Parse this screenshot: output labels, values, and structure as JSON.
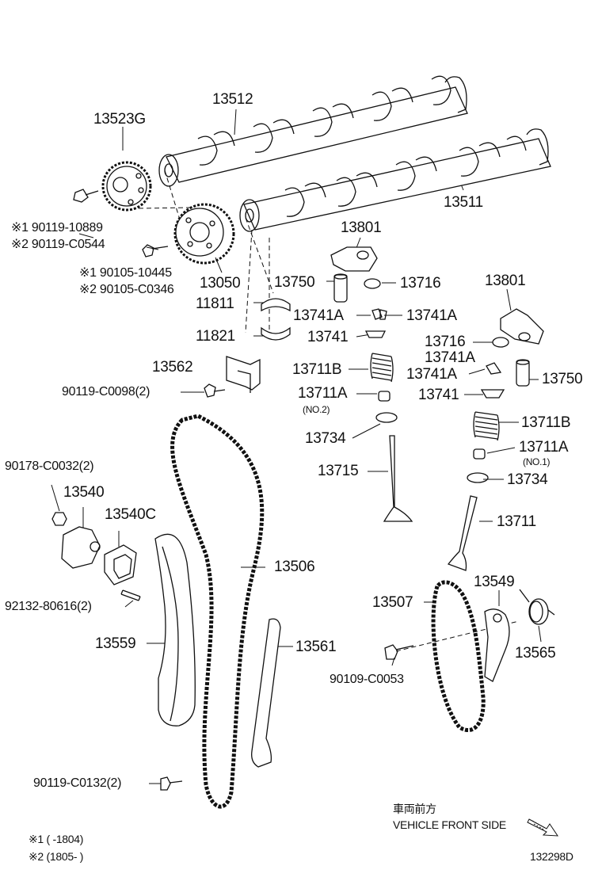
{
  "labels": {
    "p13512": "13512",
    "p13523g": "13523G",
    "p13511": "13511",
    "b90119_10889": "※1 90119-10889",
    "b90119_c0544": "※2 90119-C0544",
    "b90105_10445": "※1 90105-10445",
    "b90105_c0346": "※2 90105-C0346",
    "p13050": "13050",
    "p13801_a": "13801",
    "p13801_b": "13801",
    "p13750_a": "13750",
    "p13716_a": "13716",
    "p11811": "11811",
    "p13741a_1": "13741A",
    "p13741a_2": "13741A",
    "p11821": "11821",
    "p13741_a": "13741",
    "p13716_b": "13716",
    "p13741a_3": "13741A",
    "p13562": "13562",
    "p13711b_a": "13711B",
    "p13741a_4": "13741A",
    "p13750_b": "13750",
    "b90119_c0098": "90119-C0098(2)",
    "p13711a_a": "13711A",
    "p13741_b": "13741",
    "no2": "(NO.2)",
    "p13711b_b": "13711B",
    "p13734_a": "13734",
    "p13711a_b": "13711A",
    "no1": "(NO.1)",
    "b90178_c0032": "90178-C0032(2)",
    "p13715": "13715",
    "p13734_b": "13734",
    "p13540": "13540",
    "p13540c": "13540C",
    "p13711": "13711",
    "p13506": "13506",
    "p13549": "13549",
    "b92132_80616": "92132-80616(2)",
    "p13507": "13507",
    "p13559": "13559",
    "p13561": "13561",
    "p13565": "13565",
    "b90109_c0053": "90109-C0053",
    "b90119_c0132": "90119-C0132(2)"
  },
  "footer": {
    "front_jp": "車両前方",
    "front_en": "VEHICLE FRONT SIDE",
    "note1": "※1 (     -1804)",
    "note2": "※2 (1805-     )",
    "diagram_id": "132298D"
  }
}
